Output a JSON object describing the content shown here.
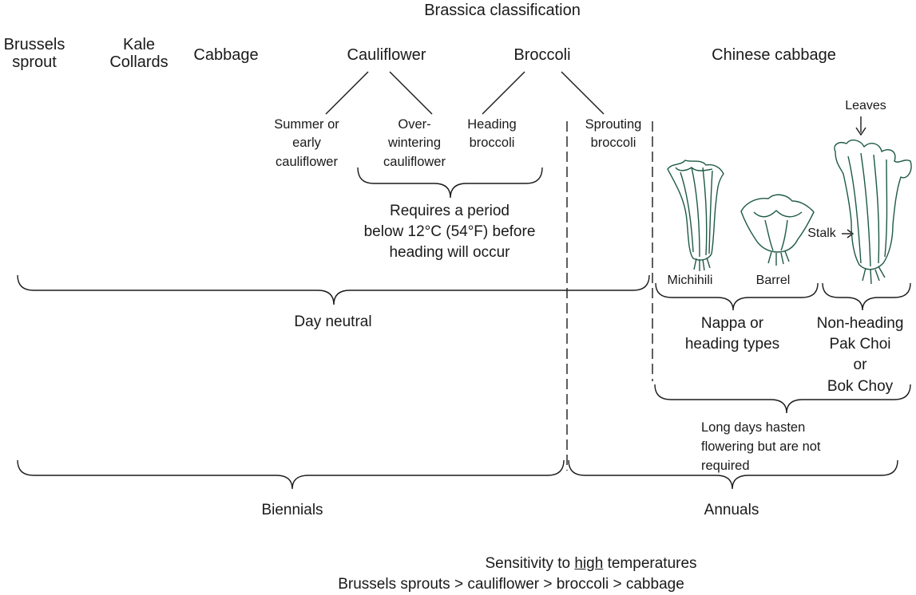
{
  "title": "Brassica classification",
  "crops": {
    "brussels": [
      "Brussels",
      "sprout"
    ],
    "kale": [
      "Kale",
      "Collards"
    ],
    "cabbage": "Cabbage",
    "cauliflower": "Cauliflower",
    "broccoli": "Broccoli",
    "chinese_cabbage": "Chinese cabbage"
  },
  "subtypes": {
    "summer_cauliflower": [
      "Summer or",
      "early",
      "cauliflower"
    ],
    "overwintering_cauliflower": [
      "Over-",
      "wintering",
      "cauliflower"
    ],
    "heading_broccoli": [
      "Heading",
      "broccoli"
    ],
    "sprouting_broccoli": [
      "Sprouting",
      "broccoli"
    ]
  },
  "notes": {
    "vernalization": [
      "Requires a period",
      "below 12°C (54°F) before",
      "heading will occur"
    ],
    "day_neutral": "Day neutral",
    "long_days": [
      "Long days hasten",
      "flowering but are not",
      "required"
    ],
    "biennials": "Biennials",
    "annuals": "Annuals"
  },
  "chinese_types": {
    "michihili": "Michihili",
    "barrel": "Barrel",
    "leaves": "Leaves",
    "stalk": "Stalk",
    "nappa": [
      "Nappa or",
      "heading types"
    ],
    "non_heading": [
      "Non-heading",
      "Pak Choi",
      "or",
      "Bok Choy"
    ]
  },
  "sensitivity": {
    "prefix": "Sensitivity to ",
    "emphasis": "high",
    "suffix": " temperatures",
    "ranking": "Brussels sprouts > cauliflower > broccoli > cabbage"
  },
  "colors": {
    "ink": "#1a1a1a",
    "plant_ink": "#1e5a45"
  }
}
